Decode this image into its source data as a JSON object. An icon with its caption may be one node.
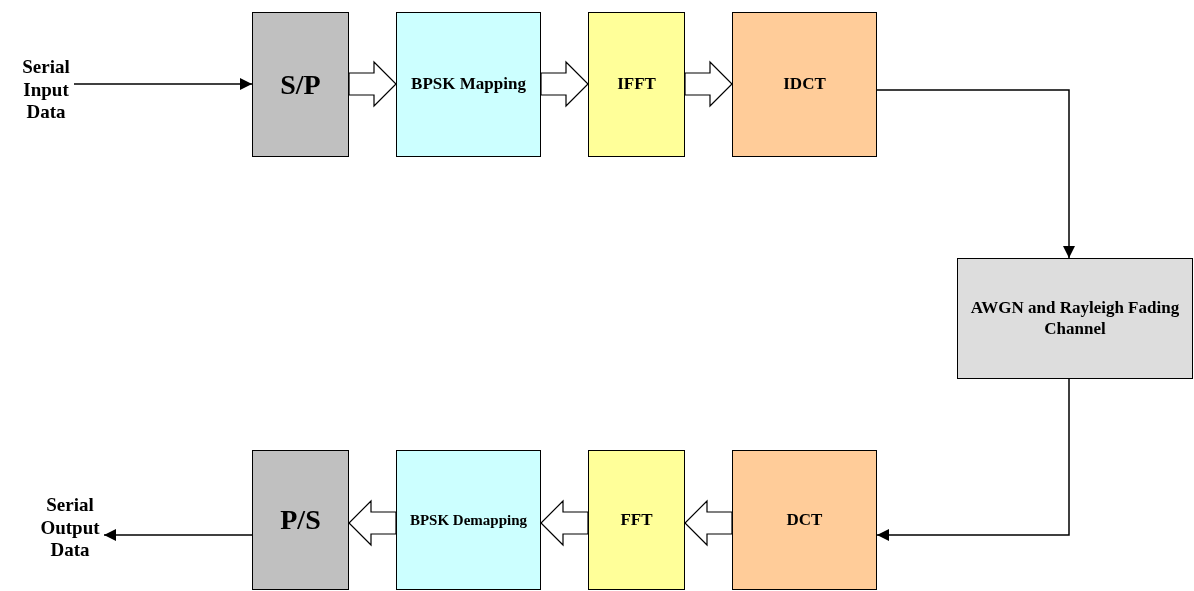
{
  "diagram": {
    "nodes": [
      {
        "text": [
          "Serial Input Data"
        ]
      },
      {
        "text": [
          "S/P"
        ]
      },
      {
        "text": [
          "BPSK Mapping"
        ]
      },
      {
        "text": [
          "IFFT"
        ]
      },
      {
        "text": [
          "IDCT"
        ]
      },
      {
        "text": [
          "AWGN and Rayleigh Fading Channel"
        ]
      },
      {
        "text": [
          "DCT"
        ]
      },
      {
        "text": [
          "FFT"
        ]
      },
      {
        "text": [
          "BPSK Demapping"
        ]
      },
      {
        "text": [
          "P/S"
        ]
      },
      {
        "text": [
          "Serial Output Data"
        ]
      }
    ],
    "edges": [
      {
        "from": 0,
        "to": 1,
        "arrow": "to"
      },
      {
        "from": 1,
        "to": 2,
        "arrow": "to",
        "style": "thick"
      },
      {
        "from": 2,
        "to": 3,
        "arrow": "to",
        "style": "thick"
      },
      {
        "from": 3,
        "to": 4,
        "arrow": "to",
        "style": "thick"
      },
      {
        "from": 4,
        "to": 5,
        "arrow": "to"
      },
      {
        "from": 5,
        "to": 6,
        "arrow": "to"
      },
      {
        "from": 6,
        "to": 7,
        "arrow": "to",
        "style": "thick"
      },
      {
        "from": 7,
        "to": 8,
        "arrow": "to",
        "style": "thick"
      },
      {
        "from": 8,
        "to": 9,
        "arrow": "to",
        "style": "thick"
      },
      {
        "from": 9,
        "to": 10,
        "arrow": "to"
      }
    ]
  }
}
